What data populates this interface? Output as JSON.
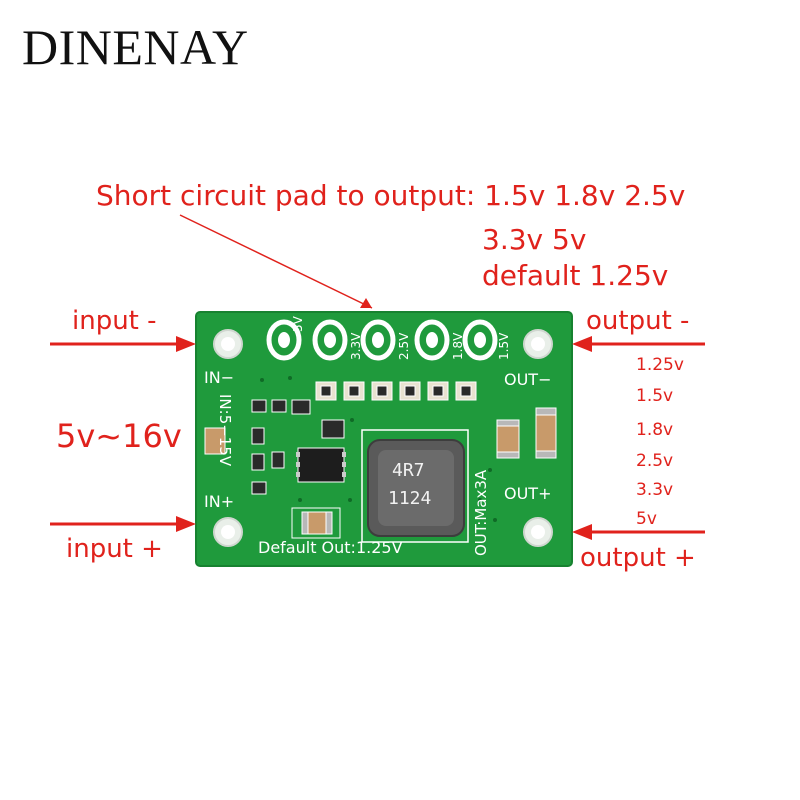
{
  "brand": {
    "logo_text": "DINENAY"
  },
  "callout": {
    "line1": "Short circuit pad to output: 1.5v 1.8v 2.5v",
    "line2": "3.3v 5v",
    "line3": "default 1.25v"
  },
  "labels": {
    "input_minus": "input -",
    "input_plus": "input +",
    "output_minus": "output -",
    "output_plus": "output +",
    "input_range": "5v~16v"
  },
  "output_voltages": [
    "1.25v",
    "1.5v",
    "1.8v",
    "2.5v",
    "3.3v",
    "5v"
  ],
  "pcb": {
    "pad_labels": [
      "5V",
      "3.3V",
      "2.5V",
      "1.8V",
      "1.5V"
    ],
    "in_minus": "IN−",
    "in_plus": "IN+",
    "in_range": "IN:5−15V",
    "out_minus": "OUT−",
    "out_plus": "OUT+",
    "out_max": "OUT:Max3A",
    "default_out": "Default Out:1.25V",
    "inductor_line1": "4R7",
    "inductor_line2": "1124"
  },
  "colors": {
    "pcb_green": "#1f9a3c",
    "arrow_red": "#e0221c",
    "inductor_gray": "#5a5a5a"
  }
}
